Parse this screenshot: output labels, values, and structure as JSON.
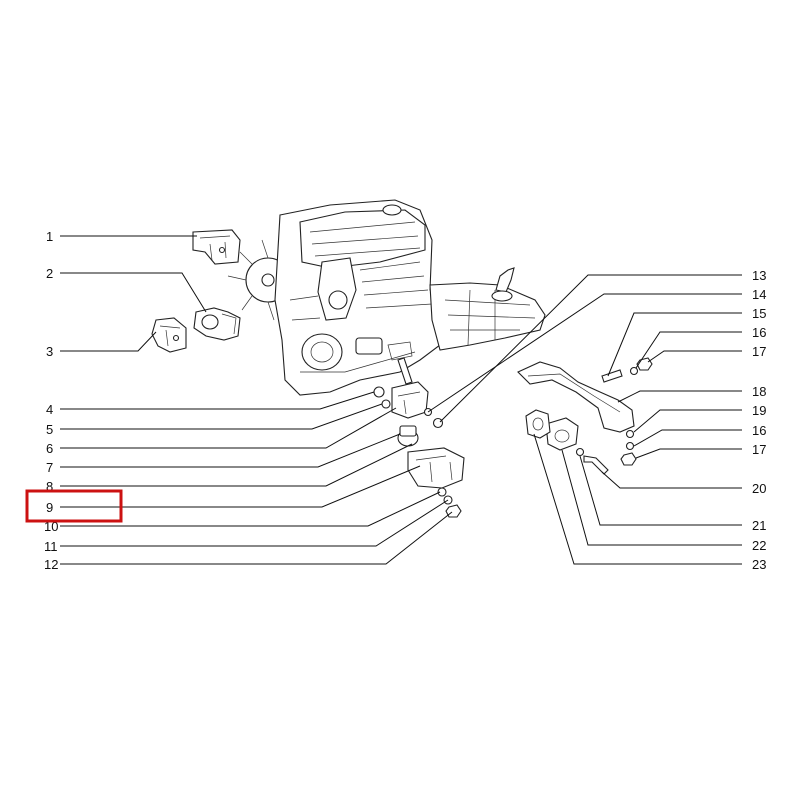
{
  "diagram": {
    "callouts_left": [
      "1",
      "2",
      "3",
      "4",
      "5",
      "6",
      "7",
      "8",
      "9",
      "10",
      "11",
      "12"
    ],
    "callouts_right": [
      "13",
      "14",
      "15",
      "16",
      "17",
      "18",
      "19",
      "16",
      "17",
      "20",
      "21",
      "22",
      "23"
    ],
    "highlighted_callout": "9",
    "highlight_color": "#cc1111"
  }
}
